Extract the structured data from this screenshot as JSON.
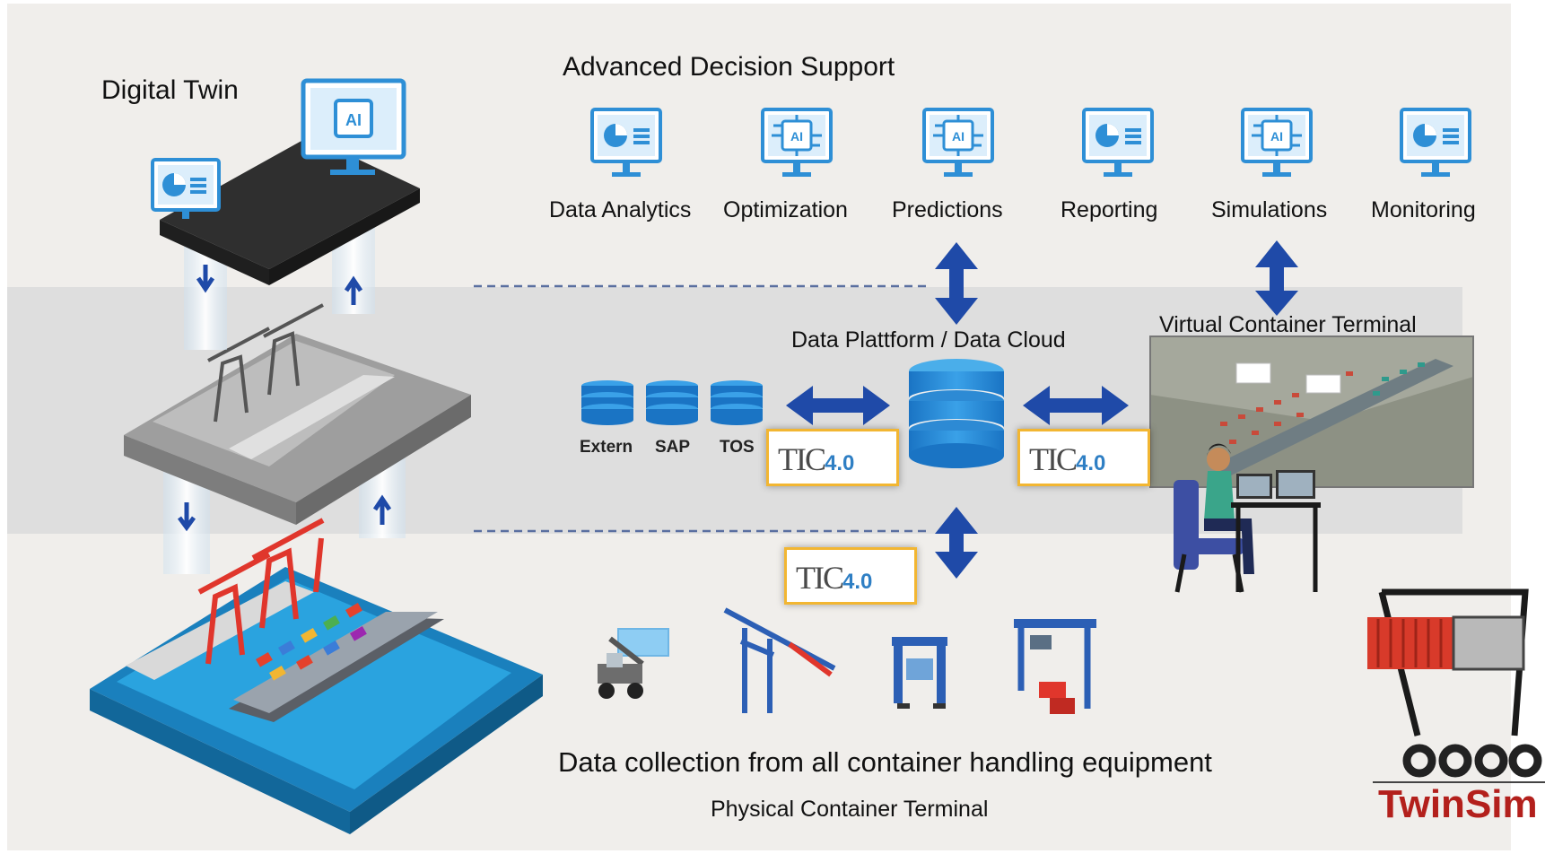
{
  "titles": {
    "digital_twin": "Digital Twin",
    "advanced_decision_support": "Advanced Decision Support",
    "data_platform": "Data Plattform / Data Cloud",
    "virtual_terminal": "Virtual Container Terminal",
    "data_collection": "Data collection from all container handling equipment",
    "physical_terminal": "Physical Container Terminal"
  },
  "decision_support_items": [
    {
      "label": "Data Analytics",
      "icon": "pie-chart-monitor-icon"
    },
    {
      "label": "Optimization",
      "icon": "ai-chip-monitor-icon"
    },
    {
      "label": "Predictions",
      "icon": "ai-chip-monitor-icon"
    },
    {
      "label": "Reporting",
      "icon": "pie-chart-monitor-icon"
    },
    {
      "label": "Simulations",
      "icon": "ai-chip-monitor-icon"
    },
    {
      "label": "Monitoring",
      "icon": "pie-chart-monitor-icon"
    }
  ],
  "data_sources": [
    "Extern",
    "SAP",
    "TOS"
  ],
  "logo": {
    "text": "TIC",
    "suffix": "4.0"
  },
  "brand": {
    "name": "TwinSim"
  },
  "colors": {
    "icon_blue": "#2e8fd6",
    "arrow_blue": "#1f4aa8",
    "band_grey": "#dedede",
    "background": "#f0eeeb",
    "water_blue": "#2aa3df",
    "crane_red": "#e0362c",
    "brand_red": "#b3201c",
    "logo_border": "#f2b632"
  }
}
